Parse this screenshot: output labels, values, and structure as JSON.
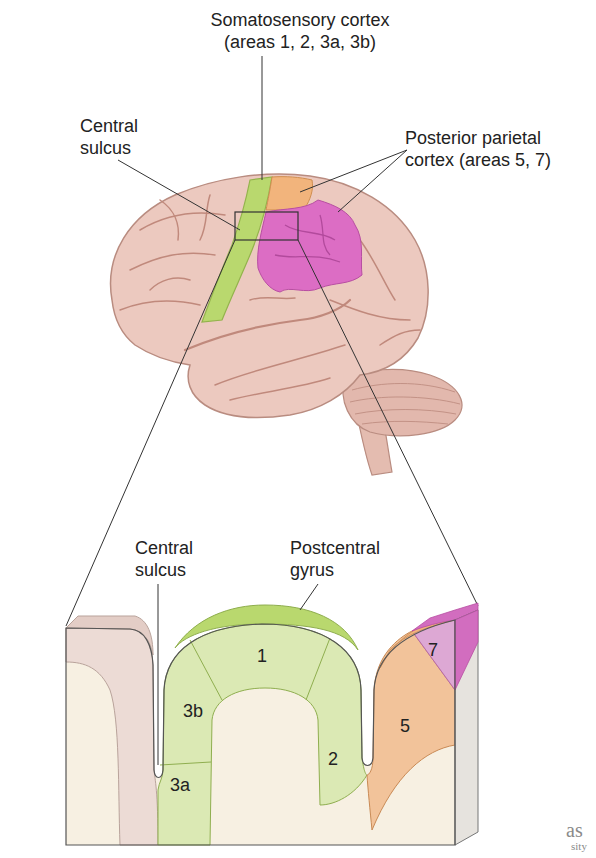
{
  "diagram": {
    "labels": [
      "Somatosensory cortex (areas 1, 2, 3a, 3b)",
      "Central sulcus",
      "Posterior parietal cortex (areas 5, 7)",
      "Central sulcus",
      "Postcentral gyrus",
      "1",
      "3b",
      "3a",
      "2",
      "5",
      "7",
      "as",
      "sity"
    ]
  }
}
